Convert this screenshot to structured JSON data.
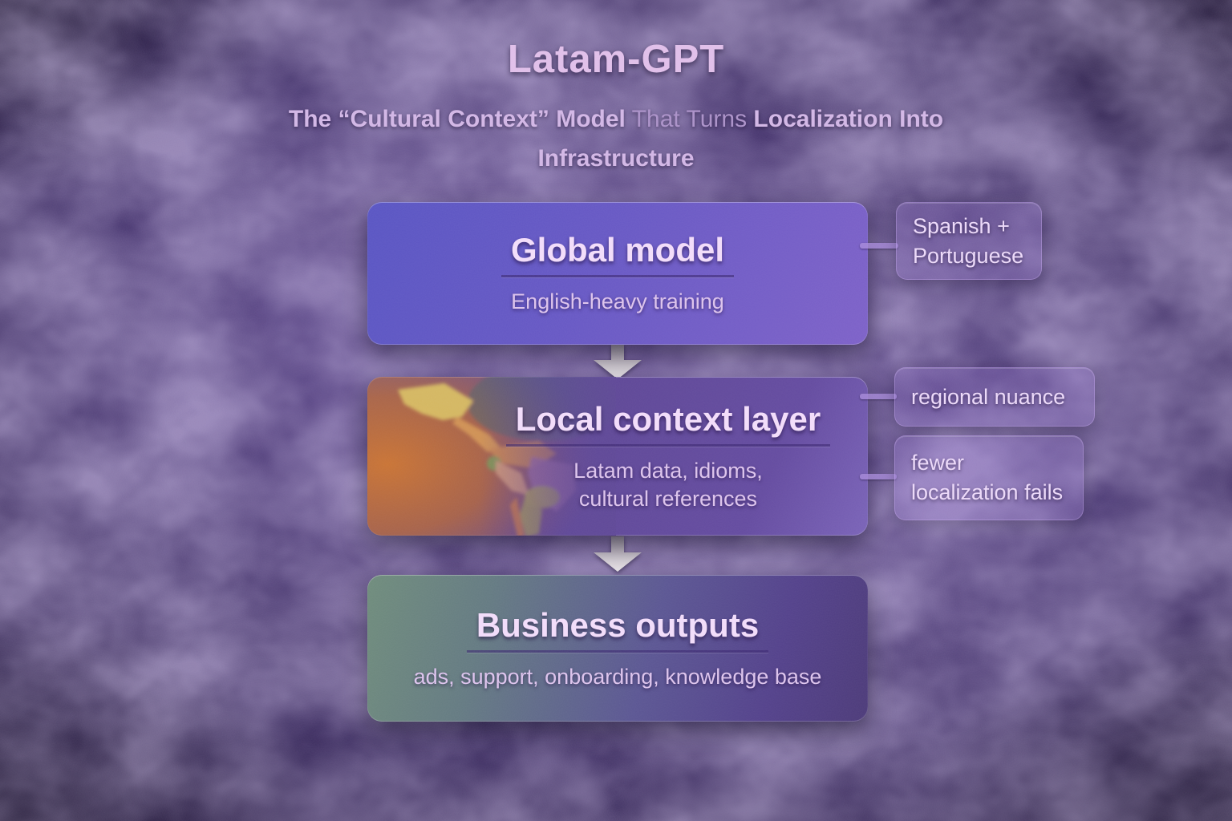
{
  "page": {
    "title": "Latam-GPT",
    "subtitle": {
      "seg_bold_1": "The “Cultural Context” Model",
      "seg_light": " That Turns ",
      "seg_bold_2": "Localization Into Infrastructure"
    }
  },
  "flow": {
    "nodes": [
      {
        "id": "global-model",
        "title": "Global model",
        "subtitle_lines": [
          "English-heavy training"
        ]
      },
      {
        "id": "local-context-layer",
        "title": "Local context layer",
        "subtitle_lines": [
          "Latam data, idioms,",
          "cultural references"
        ]
      },
      {
        "id": "business-outputs",
        "title": "Business outputs",
        "subtitle_lines": [
          "ads, support, onboarding, knowledge base"
        ]
      }
    ],
    "side_labels": [
      {
        "for": "global-model",
        "lines": [
          "Spanish +",
          "Portuguese"
        ]
      },
      {
        "for": "local-context-layer",
        "lines": [
          "regional nuance"
        ]
      },
      {
        "for": "local-context-layer",
        "lines": [
          "fewer",
          "localization fails"
        ]
      }
    ],
    "arrows": [
      {
        "icon": "down-arrow",
        "from": "global-model",
        "to": "local-context-layer"
      },
      {
        "icon": "down-arrow",
        "from": "local-context-layer",
        "to": "business-outputs"
      }
    ],
    "illustration": "latam-map"
  },
  "colors": {
    "background_base": "#3b2b60",
    "background_dark": "#1e1338",
    "background_mottle": "#70589f",
    "title_text": "#e0bfe9",
    "subtitle_bold_text": "#d2b6e5",
    "subtitle_dim_text": "#ab91c8",
    "node_title_text": "#f2dcfa",
    "node_subtitle_text": "#dcc3ec",
    "node_global_start": "#5955c3",
    "node_global_end": "#7d61c8",
    "node_local_mid": "#5e4796",
    "node_business_green": "#6f8c7c",
    "node_business_purple": "#53418b",
    "side_label_fill": "rgba(152,122,208,0.30)",
    "side_label_text": "#ecd9f9",
    "map_orange": "#c86d2e",
    "arrow_fill": "#efe9ef"
  }
}
